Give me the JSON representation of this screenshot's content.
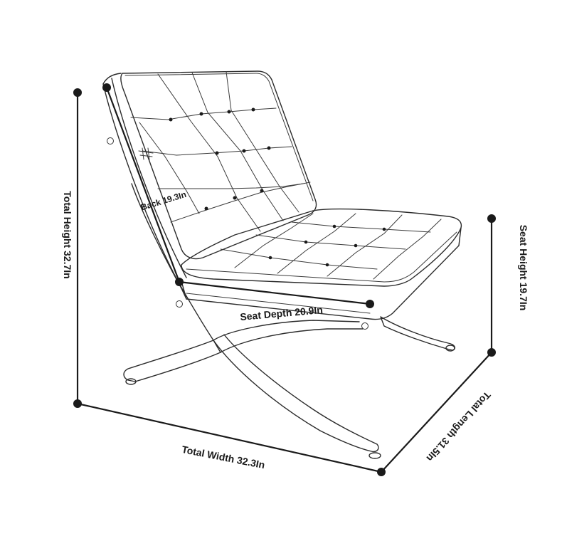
{
  "dimensions": {
    "total_height": "Total Height 32.7In",
    "back": "Back 19.3In",
    "seat_depth": "Seat Depth 20.9In",
    "seat_height": "Seat Height 19.7In",
    "total_width": "Total Width 32.3In",
    "total_length": "Total Length 31.5In"
  },
  "colors": {
    "line": "#1a1a1a",
    "background": "#ffffff"
  }
}
